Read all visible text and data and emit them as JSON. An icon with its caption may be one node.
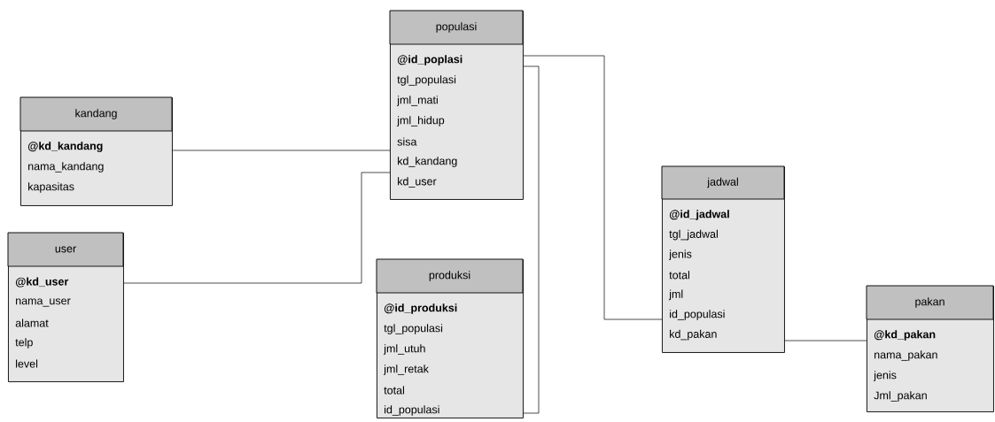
{
  "diagram": {
    "nodes": [
      {
        "text": [
          "populasi",
          "@id_poplasi",
          "tgl_populasi",
          "jml_mati",
          "jml_hidup",
          "sisa",
          "kd_kandang",
          "kd_user"
        ]
      },
      {
        "text": [
          "kandang",
          "@kd_kandang",
          "nama_kandang",
          "kapasitas"
        ]
      },
      {
        "text": [
          "user",
          "@kd_user",
          "nama_user",
          "alamat",
          "telp",
          "level"
        ]
      },
      {
        "text": [
          "produksi",
          "@id_produksi",
          "tgl_populasi",
          "jml_utuh",
          "jml_retak",
          "total",
          "id_populasi"
        ]
      },
      {
        "text": [
          "jadwal",
          "@id_jadwal",
          "tgl_jadwal",
          "jenis",
          "total",
          "jml",
          "id_populasi",
          "kd_pakan"
        ]
      },
      {
        "text": [
          "pakan",
          "@kd_pakan",
          "nama_pakan",
          "jenis",
          "Jml_pakan"
        ]
      }
    ],
    "edges": [
      {
        "from": 1,
        "to": 0,
        "arrow": "none"
      },
      {
        "from": 2,
        "to": 0,
        "arrow": "none"
      },
      {
        "from": 0,
        "to": 4,
        "arrow": "none"
      },
      {
        "from": 0,
        "to": 3,
        "arrow": "none"
      },
      {
        "from": 4,
        "to": 5,
        "arrow": "none"
      }
    ]
  }
}
